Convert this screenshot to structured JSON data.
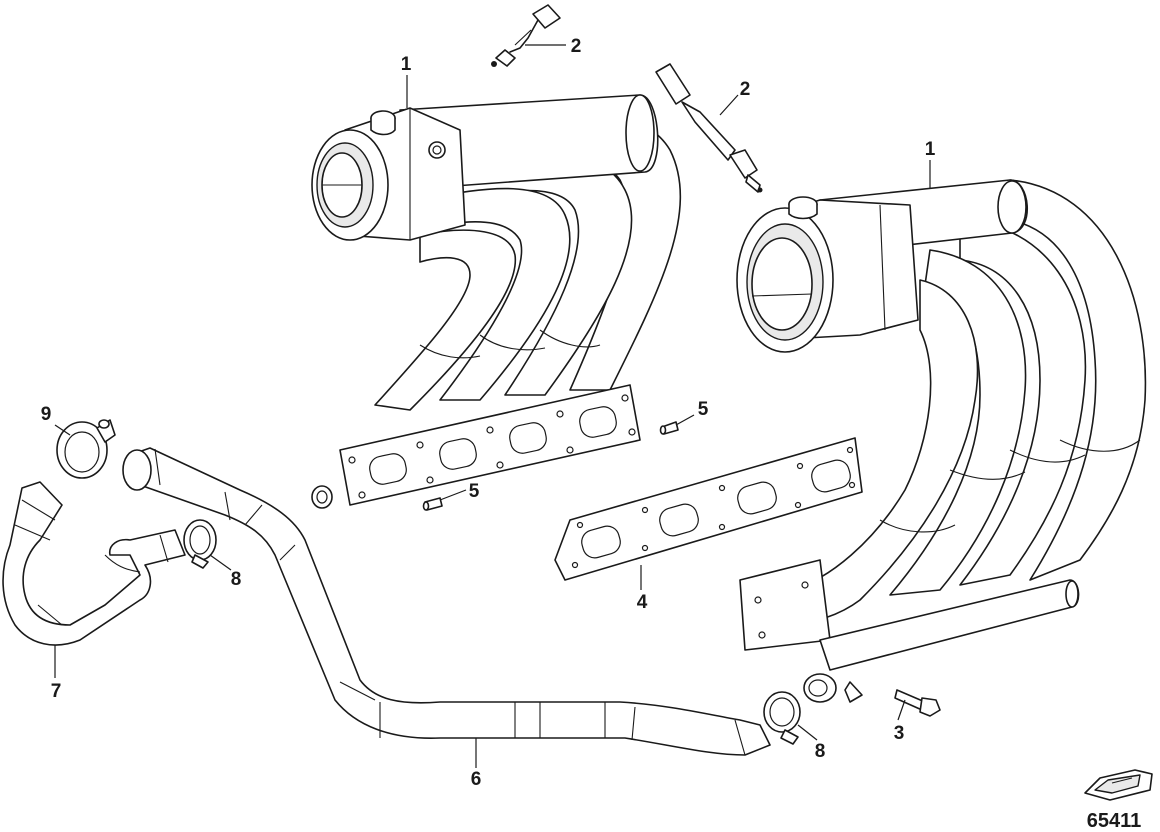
{
  "callouts": {
    "c1a": "1",
    "c1b": "1",
    "c2a": "2",
    "c2b": "2",
    "c3": "3",
    "c4": "4",
    "c5a": "5",
    "c5b": "5",
    "c6": "6",
    "c7": "7",
    "c8a": "8",
    "c8b": "8",
    "c9": "9"
  },
  "figure_number": "65411",
  "colors": {
    "line": "#1a1a1a",
    "shade": "#e9e9e9",
    "background": "#ffffff"
  },
  "icons": {
    "boat": "boat-outline-icon"
  }
}
